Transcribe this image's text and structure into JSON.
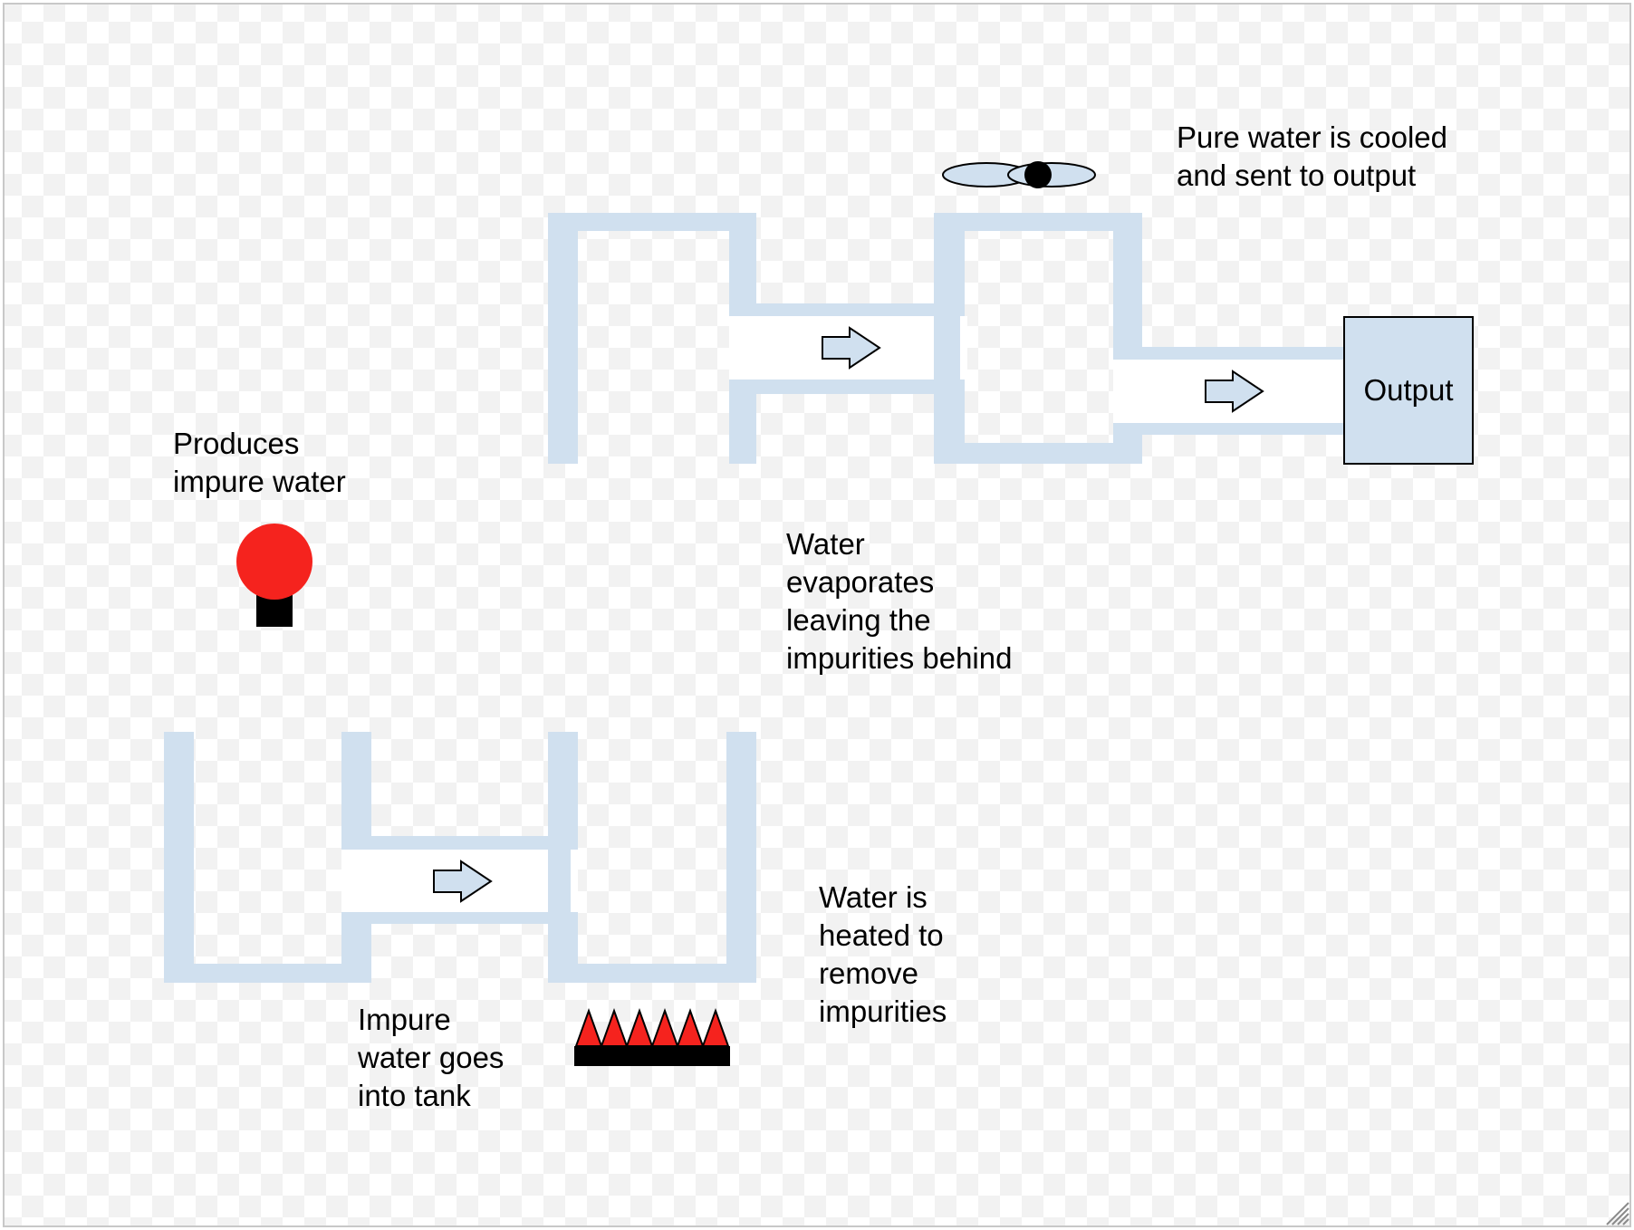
{
  "diagram": {
    "labels": {
      "impure_source": "Produces\nimpure water",
      "pure_cooled": "Pure water is cooled\nand sent to output",
      "evaporates": "Water\nevaporates\nleaving the\nimpurities behind",
      "heated": "Water is\nheated to\nremove\nimpurities",
      "into_tank": "Impure\nwater goes\ninto tank",
      "output": "Output"
    },
    "colors": {
      "tank_wall": "#d0e0ef",
      "tank_interior": "#ffffff",
      "arrow_fill": "#d0e0ef",
      "output_fill": "#d0e0ef",
      "source_red": "#f5231e",
      "flame_red": "#f5231e",
      "base_black": "#000000",
      "checker_light": "#f2f2f2"
    },
    "icons": [
      "water-source-icon",
      "fan-icon",
      "heater-flames-icon",
      "flow-arrow-icon"
    ]
  }
}
